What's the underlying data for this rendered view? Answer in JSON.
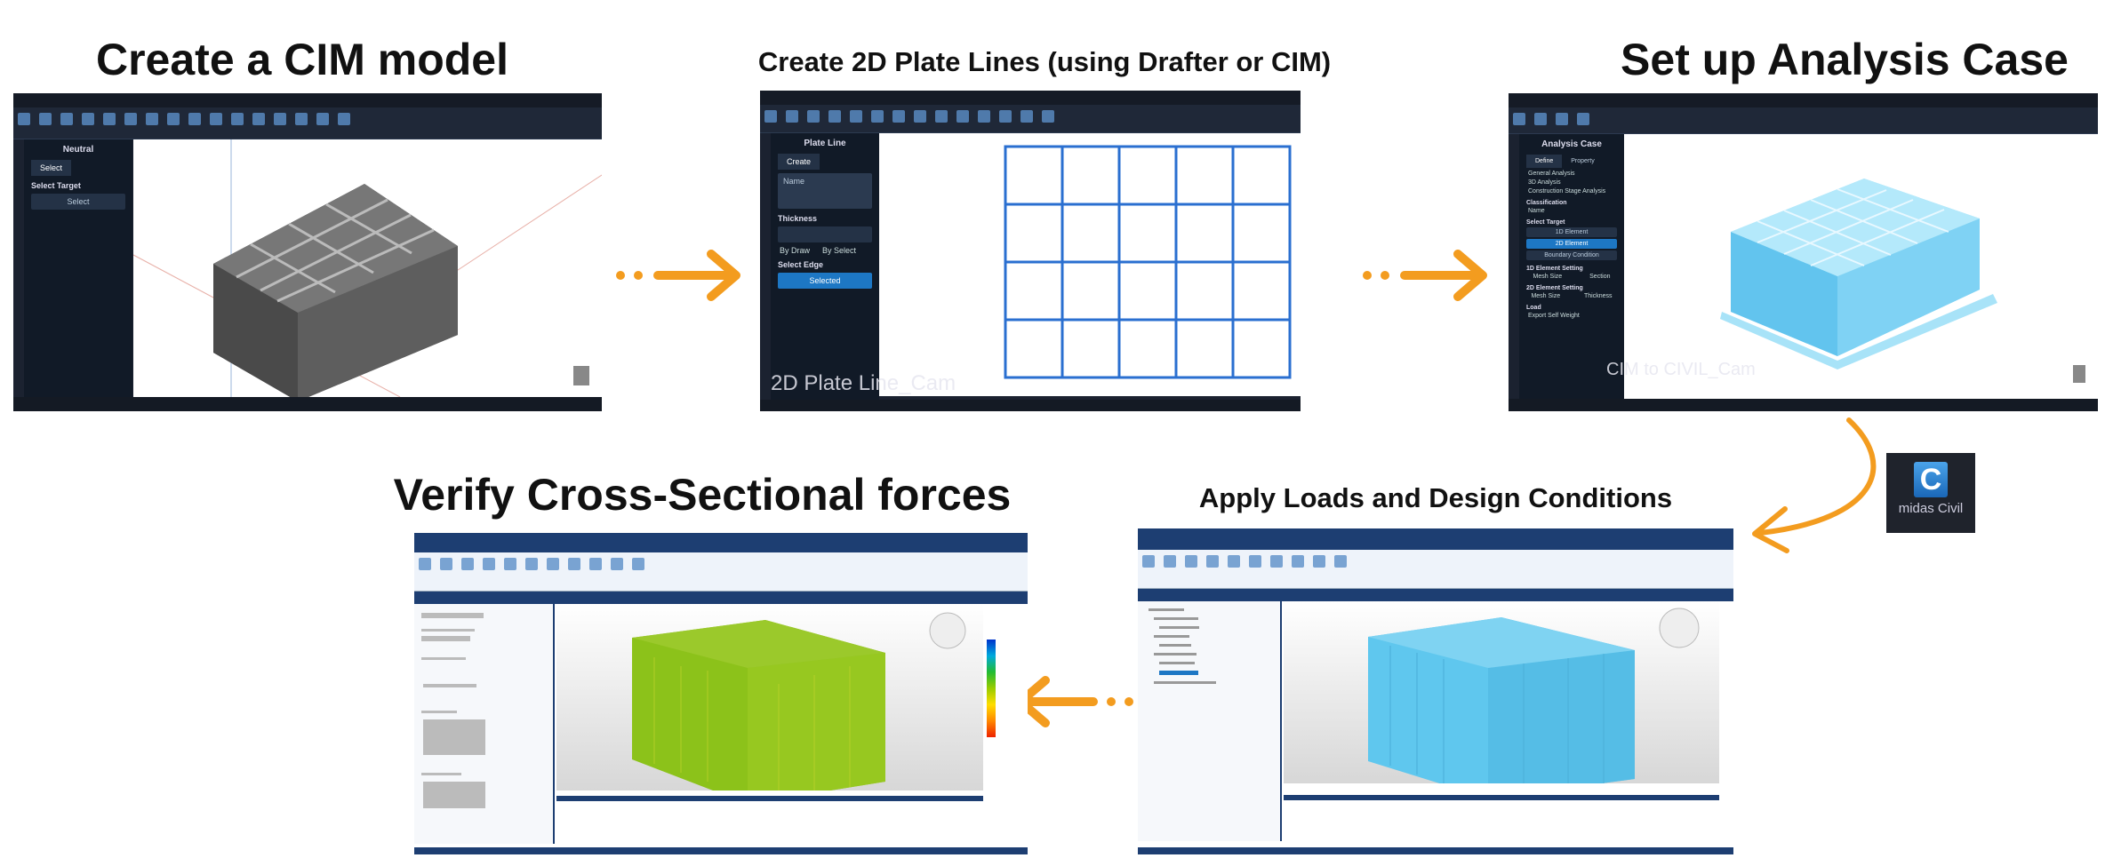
{
  "steps": [
    {
      "title": "Create a CIM model",
      "panel": {
        "header": "Neutral",
        "tab": "Select",
        "section": "Select Target",
        "button": "Select"
      }
    },
    {
      "title": "Create 2D Plate Lines (using Drafter or CIM)",
      "panel": {
        "header": "Plate Line",
        "tab": "Create",
        "list_header": "Name",
        "thickness": "Thickness",
        "by_draw": "By Draw",
        "by_select": "By Select",
        "select_edge": "Select Edge",
        "selected": "Selected"
      },
      "caption": "2D Plate Line_Cam"
    },
    {
      "title": "Set up Analysis Case",
      "panel": {
        "header": "Analysis Case",
        "tabs": [
          "Define",
          "Property"
        ],
        "options": [
          "General Analysis",
          "3D Analysis",
          "Construction Stage Analysis"
        ],
        "classification": "Classification",
        "name_label": "Name",
        "select_target": "Select Target",
        "targets": [
          "1D Element",
          "2D Element",
          "Boundary Condition"
        ],
        "setting_1d": "1D Element Setting",
        "setting_2d": "2D Element Setting",
        "mesh_size": "Mesh Size",
        "section": "Section",
        "thickness": "Thickness",
        "load": "Load",
        "self_weight": "Export Self Weight"
      },
      "caption": "CIM to CIVIL_Cam"
    },
    {
      "title": "Apply Loads and Design Conditions"
    },
    {
      "title": "Verify Cross-Sectional forces"
    }
  ],
  "logo": {
    "text": "midas Civil",
    "letter": "C"
  },
  "colors": {
    "arrow": "#f39c1f",
    "cim_dark": "#1b2230",
    "civil_blue": "#1d3e72",
    "model_gray": "#5a5a5a",
    "model_blue": "#5fc7ee",
    "model_green": "#8cc21a",
    "plate_line": "#2a6fd0"
  }
}
